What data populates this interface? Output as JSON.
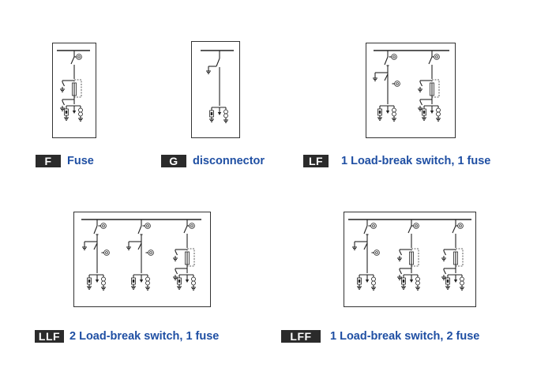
{
  "diagrams": [
    {
      "code": "F",
      "description": "Fuse",
      "feeders": [
        "fuse"
      ]
    },
    {
      "code": "G",
      "description": "disconnector",
      "feeders": [
        "disconnector"
      ]
    },
    {
      "code": "LF",
      "description": "1 Load-break switch, 1 fuse",
      "feeders": [
        "load-break-switch",
        "fuse"
      ]
    },
    {
      "code": "LLF",
      "description": "2 Load-break switch, 1 fuse",
      "feeders": [
        "load-break-switch",
        "load-break-switch",
        "fuse"
      ]
    },
    {
      "code": "LFF",
      "description": "1 Load-break switch, 2 fuse",
      "feeders": [
        "load-break-switch",
        "fuse",
        "fuse"
      ]
    }
  ],
  "colors": {
    "badge_bg": "#2b2b2b",
    "badge_text": "#ffffff",
    "description_text": "#1f4fa3",
    "line": "#222222"
  }
}
